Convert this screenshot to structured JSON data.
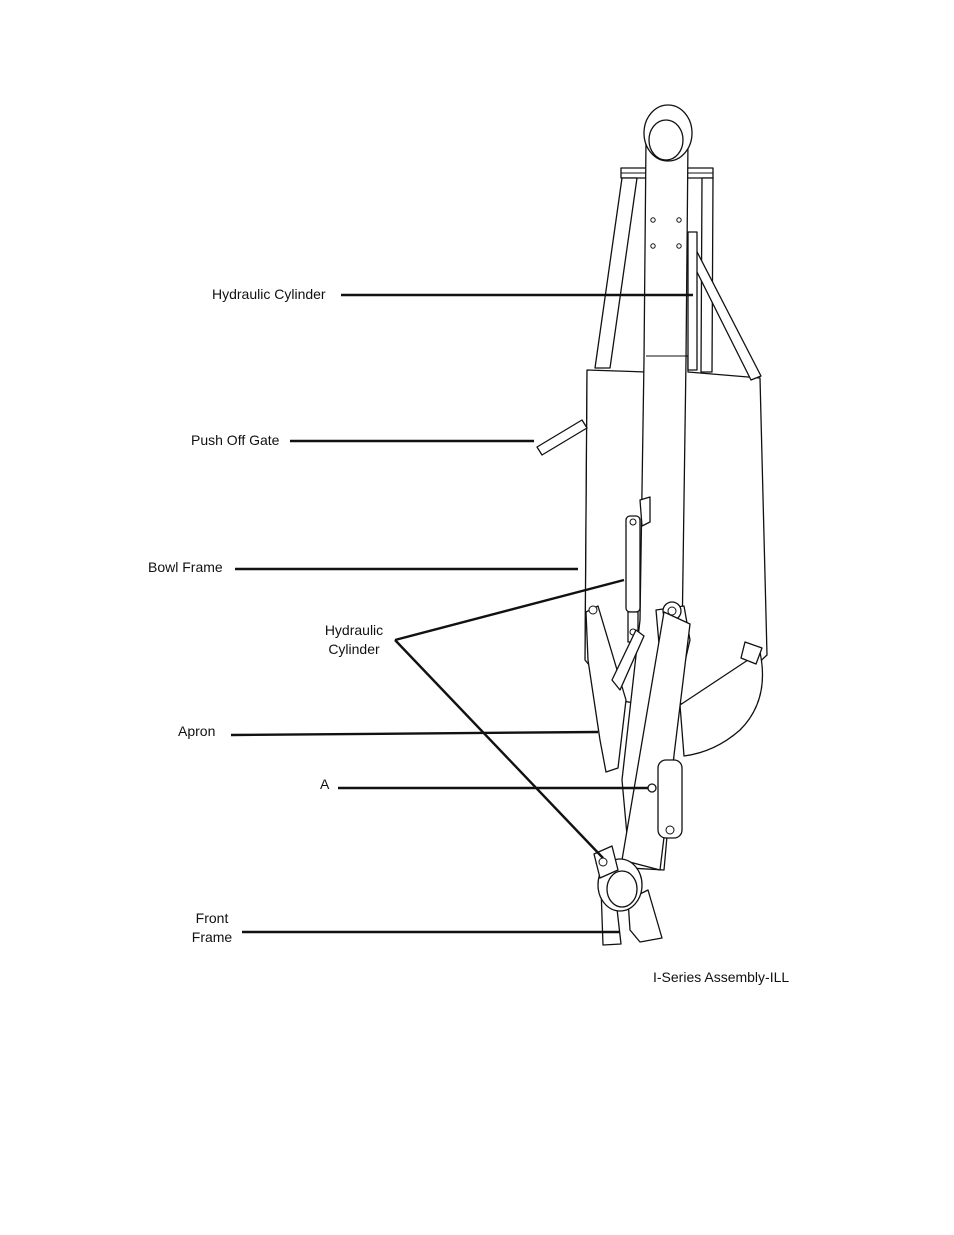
{
  "callouts": {
    "hydraulic_cylinder_top": "Hydraulic Cylinder",
    "push_off_gate": "Push Off Gate",
    "bowl_frame": "Bowl Frame",
    "hydraulic_cylinder_mid_line1": "Hydraulic",
    "hydraulic_cylinder_mid_line2": "Cylinder",
    "apron": "Apron",
    "point_a": "A",
    "front_frame_line1": "Front",
    "front_frame_line2": "Frame"
  },
  "caption": "I-Series Assembly-ILL"
}
